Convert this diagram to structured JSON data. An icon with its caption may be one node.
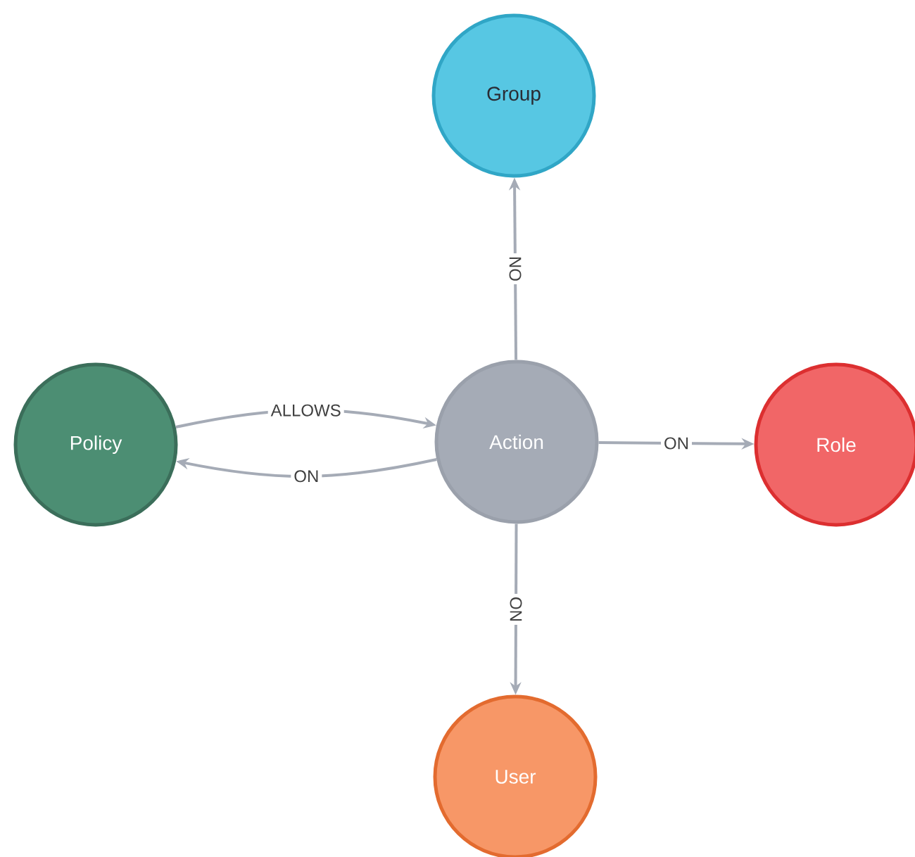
{
  "diagram": {
    "nodes": [
      {
        "text": [
          "Group"
        ]
      },
      {
        "text": [
          "Policy"
        ]
      },
      {
        "text": [
          "Action"
        ]
      },
      {
        "text": [
          "Role"
        ]
      },
      {
        "text": [
          "User"
        ]
      }
    ],
    "edges": [
      {
        "from": 2,
        "to": 0,
        "arrow": "to",
        "label": "ON"
      },
      {
        "from": 1,
        "to": 2,
        "arrow": "to",
        "label": "ALLOWS"
      },
      {
        "from": 2,
        "to": 1,
        "arrow": "to",
        "label": "ON"
      },
      {
        "from": 2,
        "to": 3,
        "arrow": "to",
        "label": "ON"
      },
      {
        "from": 2,
        "to": 4,
        "arrow": "to",
        "label": "ON"
      }
    ]
  }
}
